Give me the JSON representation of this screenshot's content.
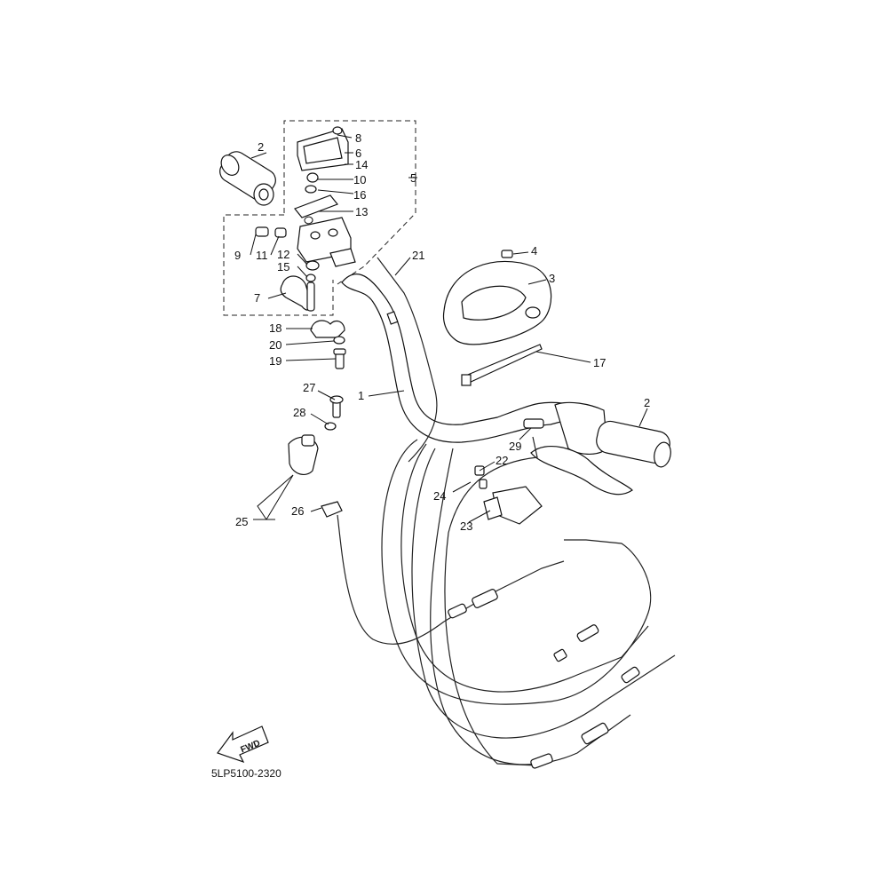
{
  "diagram": {
    "code": "5LP5100-2320",
    "fwd_label": "FWD",
    "callouts": [
      "1",
      "2",
      "2",
      "3",
      "4",
      "5",
      "6",
      "7",
      "8",
      "9",
      "10",
      "11",
      "12",
      "13",
      "14",
      "15",
      "16",
      "17",
      "18",
      "19",
      "20",
      "21",
      "22",
      "23",
      "24",
      "25",
      "26",
      "27",
      "28",
      "29"
    ]
  }
}
